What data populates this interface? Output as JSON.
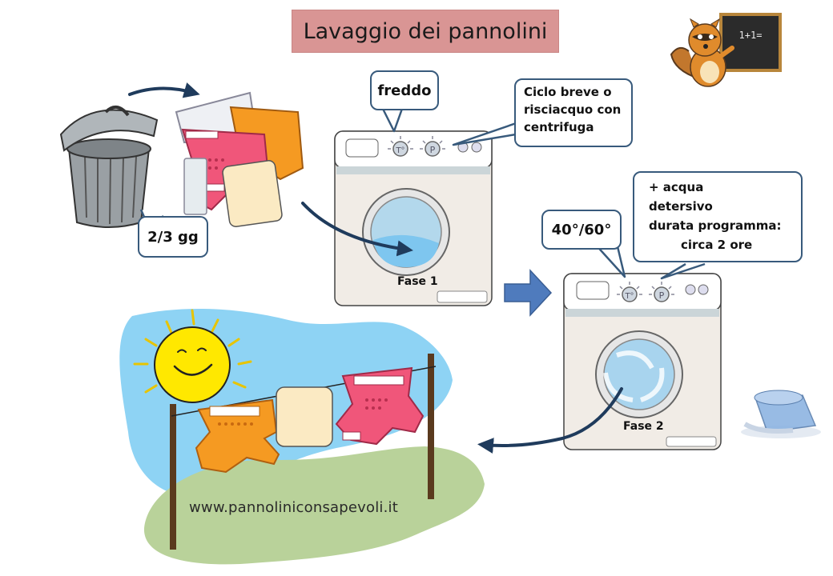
{
  "title": "Lavaggio dei pannolini",
  "bubbles": {
    "storage": "2/3 gg",
    "cold": "freddo",
    "short_cycle": [
      "Ciclo breve o",
      "risciacquo con",
      "centrifuga"
    ],
    "temp": "40°/60°",
    "extra": [
      "+ acqua",
      "detersivo",
      "durata programma:",
      "circa 2 ore"
    ]
  },
  "labels": {
    "phase1": "Fase 1",
    "phase2": "Fase 2",
    "knob_temp": "T°",
    "knob_prog": "P"
  },
  "mascot_board": "1+1=",
  "website": "www.pannoliniconsapevoli.it",
  "colors": {
    "title_bg": "#d99594",
    "bubble_border": "#385a7c",
    "arrow": "#1f3b5c",
    "sky": "#8ed3f4",
    "grass": "#b9d29a",
    "diaper_pink": "#f0567a",
    "diaper_orange": "#f59a22",
    "sun": "#ffe800"
  }
}
